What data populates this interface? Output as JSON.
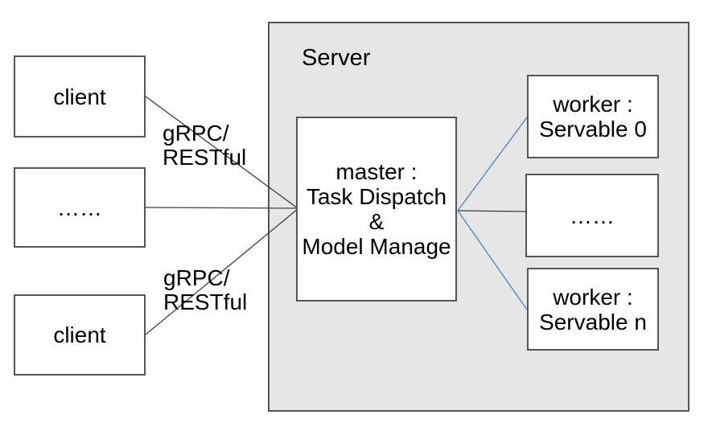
{
  "colors": {
    "server_fill": "#e6e6e6",
    "box_border": "#555555",
    "line_dark": "#3f3f3f",
    "line_blue": "#4f81bd"
  },
  "server": {
    "label": "Server"
  },
  "clients": {
    "top": "client",
    "middle": "……",
    "bottom": "client"
  },
  "master": {
    "line1": "master :",
    "line2": "Task Dispatch",
    "line3": "&",
    "line4": "Model Manage"
  },
  "workers": {
    "top": {
      "line1": "worker :",
      "line2": "Servable 0"
    },
    "middle": "……",
    "bottom": {
      "line1": "worker :",
      "line2": "Servable n"
    }
  },
  "edge_labels": {
    "top": {
      "line1": "gRPC/",
      "line2": "RESTful"
    },
    "bottom": {
      "line1": "gRPC/",
      "line2": "RESTful"
    }
  }
}
